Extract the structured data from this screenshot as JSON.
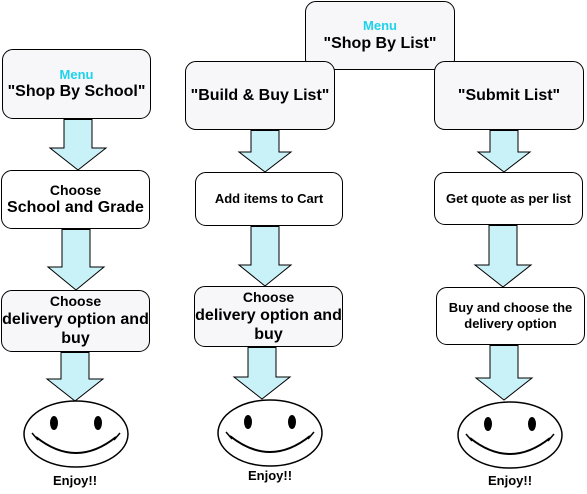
{
  "menu_tag": "Menu",
  "school": {
    "header": "\"Shop By School\"",
    "step1_line1": "Choose",
    "step1_line2": "School and Grade",
    "step2_line1": "Choose",
    "step2_line2": "delivery option and",
    "step2_line3": "buy",
    "end": "Enjoy!!"
  },
  "list_menu": {
    "header": "\"Shop By List\""
  },
  "build": {
    "header": "\"Build & Buy List\"",
    "step1": "Add items to Cart",
    "step2_line1": "Choose",
    "step2_line2": "delivery option and",
    "step2_line3": "buy",
    "end": "Enjoy!!"
  },
  "submit": {
    "header": "\"Submit List\"",
    "step1": "Get quote as per list",
    "step2_line1": "Buy and choose the",
    "step2_line2": "delivery option",
    "end": "Enjoy!!"
  },
  "colors": {
    "arrow_fill": "#c9f1f8",
    "menu_text": "#1fd3ea",
    "box_fill": "#f7f6f8"
  }
}
